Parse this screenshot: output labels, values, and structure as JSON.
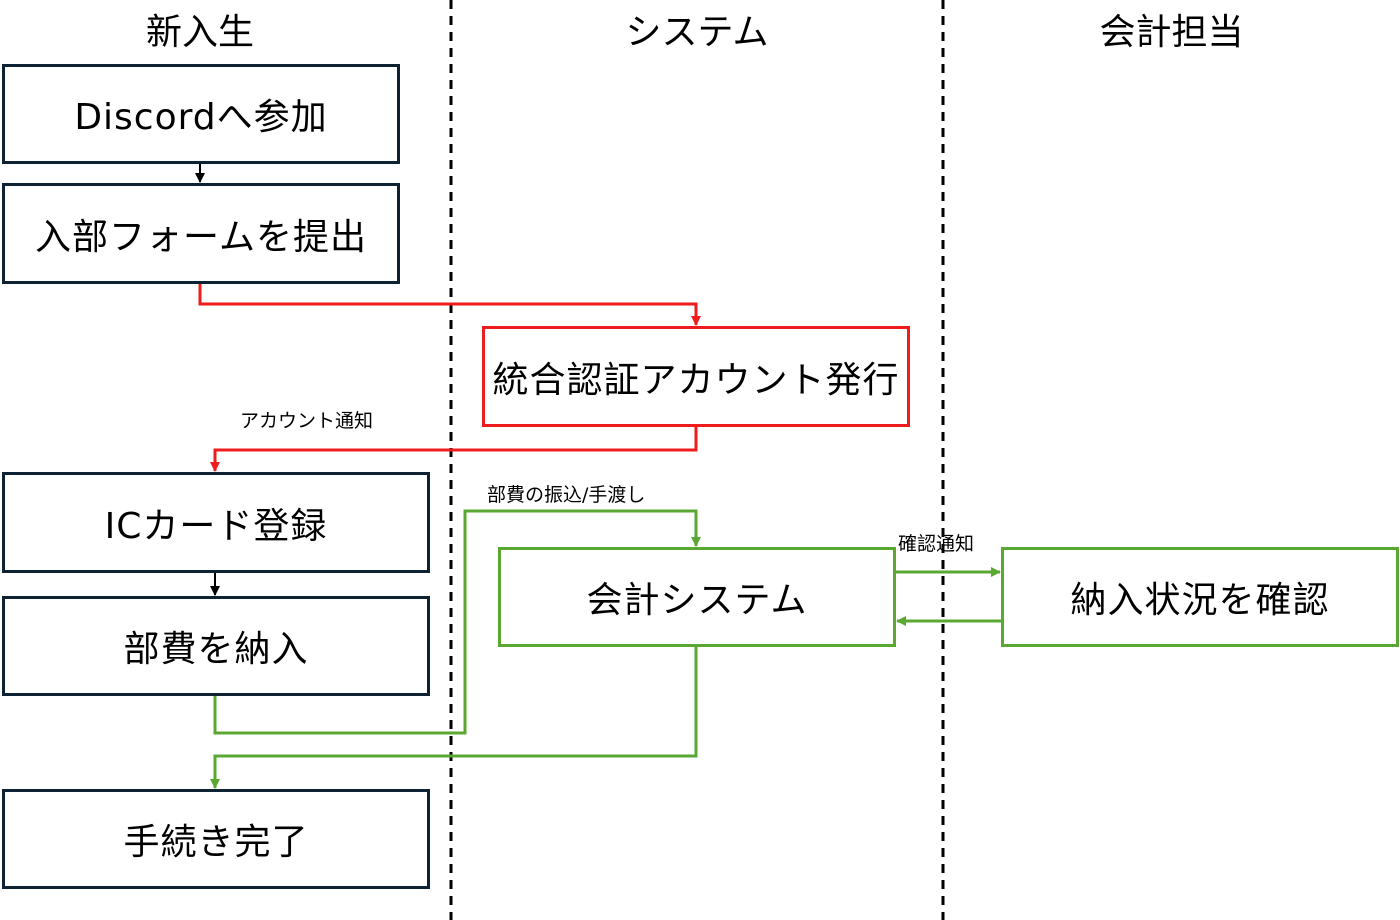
{
  "lanes": {
    "student": "新入生",
    "system": "システム",
    "accounting": "会計担当"
  },
  "nodes": {
    "discord": "Discordへ参加",
    "form": "入部フォームを提出",
    "account": "統合認証アカウント発行",
    "iccard": "ICカード登録",
    "payfee": "部費を納入",
    "complete": "手続き完了",
    "accounting_system": "会計システム",
    "check_payment": "納入状況を確認"
  },
  "edge_labels": {
    "account_notice": "アカウント通知",
    "fee_transfer": "部費の振込/手渡し",
    "confirm_notice": "確認通知"
  },
  "colors": {
    "dark": "#0d2233",
    "red": "#ee1c1c",
    "green": "#5aa832",
    "divider": "#000000"
  }
}
